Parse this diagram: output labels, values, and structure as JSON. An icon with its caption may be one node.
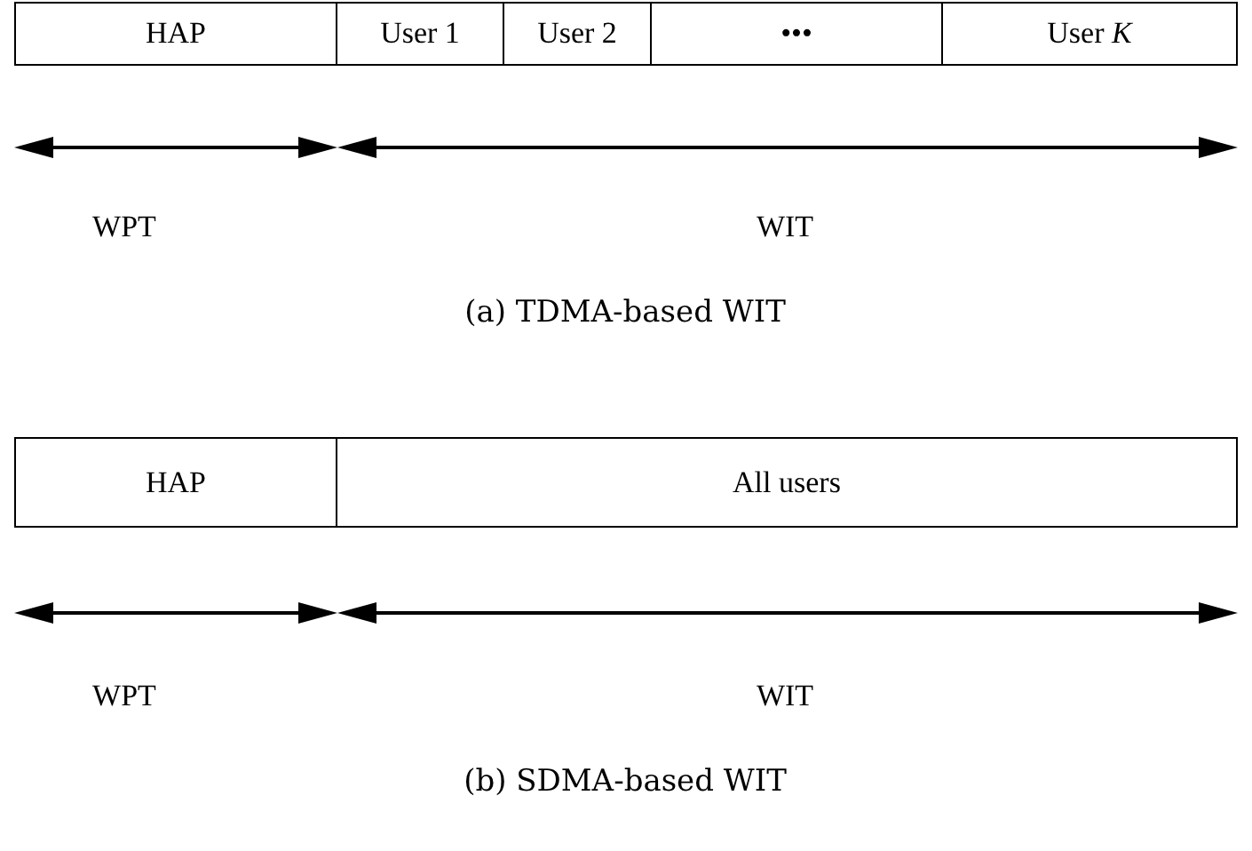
{
  "diagram": {
    "nodes": [
      {
        "text": [
          "HAP"
        ]
      },
      {
        "text": [
          "User 1"
        ]
      },
      {
        "text": [
          "User 2"
        ]
      },
      {
        "text": [
          "•••"
        ]
      },
      {
        "text": [
          "User *K*"
        ]
      },
      {
        "text": [
          "HAP"
        ]
      },
      {
        "text": [
          "All users"
        ]
      }
    ],
    "labels": [
      "WPT",
      "WIT",
      "(a) TDMA-based WIT",
      "WPT",
      "WIT",
      "(b) SDMA-based WIT"
    ]
  }
}
